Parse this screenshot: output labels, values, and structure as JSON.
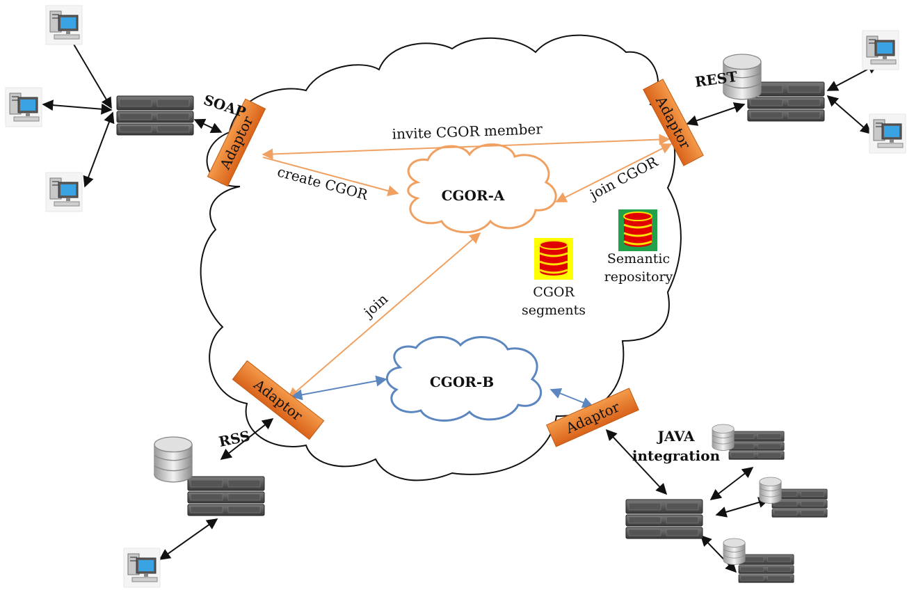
{
  "protocols": {
    "soap": "SOAP",
    "rest": "REST",
    "rss": "RSS",
    "java_line1": "JAVA",
    "java_line2": "integration"
  },
  "adaptor_label": "Adaptor",
  "clouds": {
    "a": "CGOR-A",
    "b": "CGOR-B"
  },
  "relations": {
    "invite": "invite CGOR member",
    "create": "create CGOR",
    "join_cgor": "join CGOR",
    "join": "join"
  },
  "repositories": {
    "segments_line1": "CGOR",
    "segments_line2": "segments",
    "semantic_line1": "Semantic",
    "semantic_line2": "repository"
  },
  "colors": {
    "orange_arrow": "#f0a060",
    "blue_arrow": "#5b86c0",
    "adaptor_fill": "#e8741f",
    "cgor_a_stroke": "#f0a060",
    "cgor_b_stroke": "#5b86c0",
    "db_red": "#e00000",
    "segments_bg": "#ffff00",
    "semantic_bg": "#22a04a"
  },
  "icons": [
    "workstation-icon",
    "server-icon",
    "database-icon",
    "cloud-icon",
    "adaptor-icon"
  ]
}
